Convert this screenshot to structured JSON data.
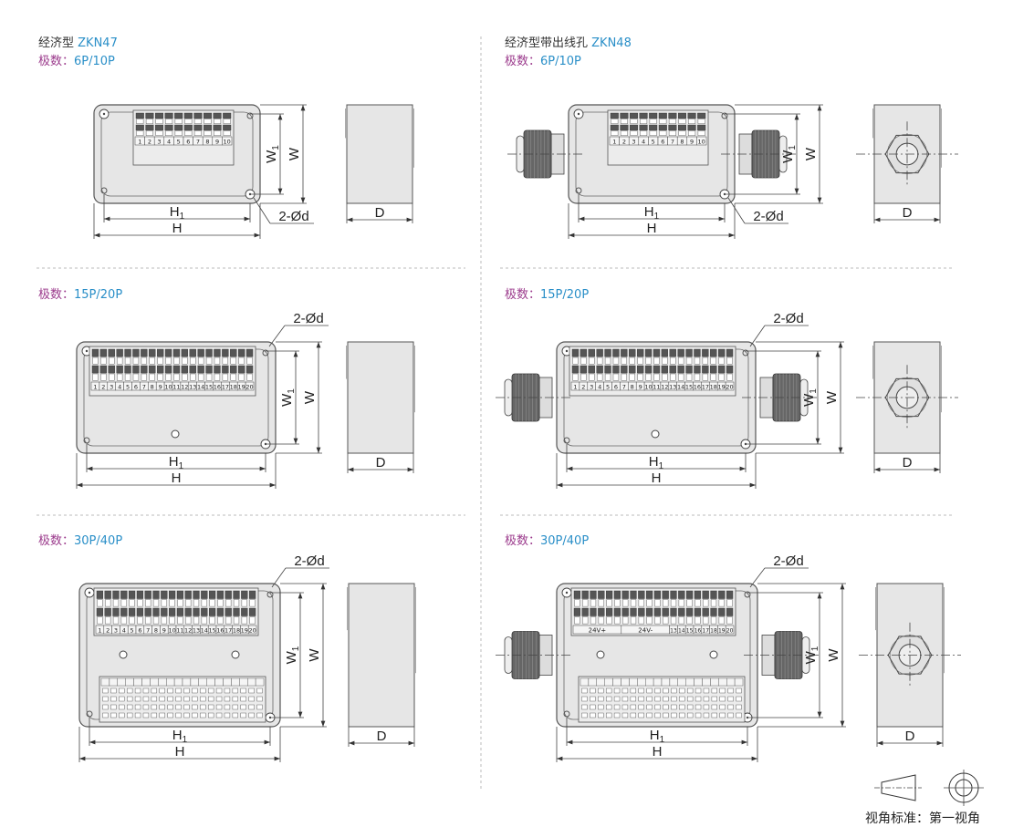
{
  "sections": {
    "zkn47": {
      "title_prefix": "经济型",
      "model": "ZKN47"
    },
    "zkn48": {
      "title_prefix": "经济型带出线孔",
      "model": "ZKN48"
    }
  },
  "pole_label": "极数：",
  "rows": [
    {
      "poles": "6P/10P",
      "terminal_numbers": [
        "1",
        "2",
        "3",
        "4",
        "5",
        "6",
        "7",
        "8",
        "9",
        "10"
      ]
    },
    {
      "poles": "15P/20P",
      "terminal_numbers": [
        "1",
        "2",
        "3",
        "4",
        "5",
        "6",
        "7",
        "8",
        "9",
        "10",
        "11",
        "12",
        "13",
        "14",
        "15",
        "16",
        "17",
        "18",
        "19",
        "20"
      ]
    },
    {
      "poles": "30P/40P",
      "terminal_numbers": [
        "1",
        "2",
        "3",
        "4",
        "5",
        "6",
        "7",
        "8",
        "9",
        "10",
        "11",
        "12",
        "13",
        "14",
        "15",
        "16",
        "17",
        "18",
        "19",
        "20"
      ],
      "bus_labels": [
        "24V+",
        "24V-"
      ],
      "bus_numbers": [
        "13",
        "14",
        "15",
        "16",
        "17",
        "18",
        "19",
        "20"
      ]
    }
  ],
  "dimensions": {
    "H": "H",
    "H1": "H",
    "H1_sub": "1",
    "W": "W",
    "W1": "W",
    "W1_sub": "1",
    "D": "D",
    "hole": "2-Ød"
  },
  "footer": {
    "projection_label": "视角标准：第一视角"
  },
  "colors": {
    "model": "#2a8fc8",
    "poles_label": "#9b3a8c",
    "text": "#333333",
    "body_fill": "#e6e6e6",
    "outline": "#555555"
  }
}
